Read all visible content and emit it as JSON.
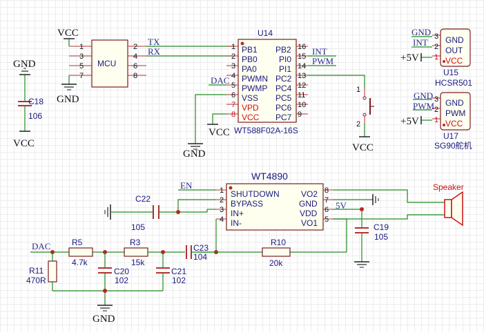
{
  "components": {
    "mcu": {
      "name": "MCU",
      "pins_left": [
        "1",
        "3",
        "5",
        "7"
      ],
      "pins_right": [
        "2",
        "4",
        "6",
        "8"
      ]
    },
    "u14": {
      "ref": "U14",
      "value": "WT588F02A-16S",
      "left_pins": [
        {
          "num": "1",
          "name": "PB1"
        },
        {
          "num": "2",
          "name": "PB0"
        },
        {
          "num": "3",
          "name": "PA0"
        },
        {
          "num": "4",
          "name": "PWMN"
        },
        {
          "num": "5",
          "name": "PWMP"
        },
        {
          "num": "6",
          "name": "VSS"
        },
        {
          "num": "7",
          "name": "VPD"
        },
        {
          "num": "8",
          "name": "VCC"
        }
      ],
      "right_pins": [
        {
          "num": "16",
          "name": "PB2"
        },
        {
          "num": "15",
          "name": "PI0"
        },
        {
          "num": "14",
          "name": "PI1"
        },
        {
          "num": "13",
          "name": "PC2"
        },
        {
          "num": "12",
          "name": "PC4"
        },
        {
          "num": "11",
          "name": "PC5"
        },
        {
          "num": "10",
          "name": "PC6"
        },
        {
          "num": "9",
          "name": "PC7"
        }
      ]
    },
    "u15": {
      "ref": "U15",
      "value": "HCSR501",
      "pins": [
        {
          "num": "3",
          "name": "GND"
        },
        {
          "num": "2",
          "name": "OUT"
        },
        {
          "num": "1",
          "name": "VCC"
        }
      ]
    },
    "u17": {
      "ref": "U17",
      "value": "SG90舵机",
      "pins": [
        {
          "num": "3",
          "name": "GND"
        },
        {
          "num": "2",
          "name": "PWM"
        },
        {
          "num": "1",
          "name": "VCC"
        }
      ]
    },
    "wt4890": {
      "title": "WT4890",
      "left_pins": [
        {
          "num": "1",
          "name": "SHUTDOWN"
        },
        {
          "num": "2",
          "name": "BYPASS"
        },
        {
          "num": "3",
          "name": "IN+"
        },
        {
          "num": "4",
          "name": "IN-"
        }
      ],
      "right_pins": [
        {
          "num": "8",
          "name": "VO2"
        },
        {
          "num": "7",
          "name": "GND"
        },
        {
          "num": "6",
          "name": "VDD"
        },
        {
          "num": "5",
          "name": "VO1"
        }
      ]
    },
    "switch": {
      "pin1": "1",
      "pin2": "2"
    },
    "speaker": {
      "label": "Speaker"
    },
    "c18": {
      "ref": "C18",
      "value": "106"
    },
    "c22": {
      "ref": "C22",
      "value": "105"
    },
    "c19": {
      "ref": "C19",
      "value": "105"
    },
    "c20": {
      "ref": "C20",
      "value": "102"
    },
    "c21": {
      "ref": "C21",
      "value": "102"
    },
    "c23": {
      "ref": "C23",
      "value": "104"
    },
    "r5": {
      "ref": "R5",
      "value": "4.7k"
    },
    "r3": {
      "ref": "R3",
      "value": "15k"
    },
    "r10": {
      "ref": "R10",
      "value": "20k"
    },
    "r11": {
      "ref": "R11",
      "value": "470R"
    }
  },
  "nets": {
    "vcc": "VCC",
    "gnd": "GND",
    "tx": "TX",
    "rx": "RX",
    "int": "INT",
    "pwm": "PWM",
    "dac": "DAC",
    "en": "EN",
    "v5": "+5V",
    "v5b": "5V"
  },
  "colors": {
    "wire": "#1f8a1f",
    "pin": "#b03030",
    "body": "#7a1a1a",
    "text": "#1a1a80",
    "red": "#cc1111",
    "grid": "#ececec"
  }
}
